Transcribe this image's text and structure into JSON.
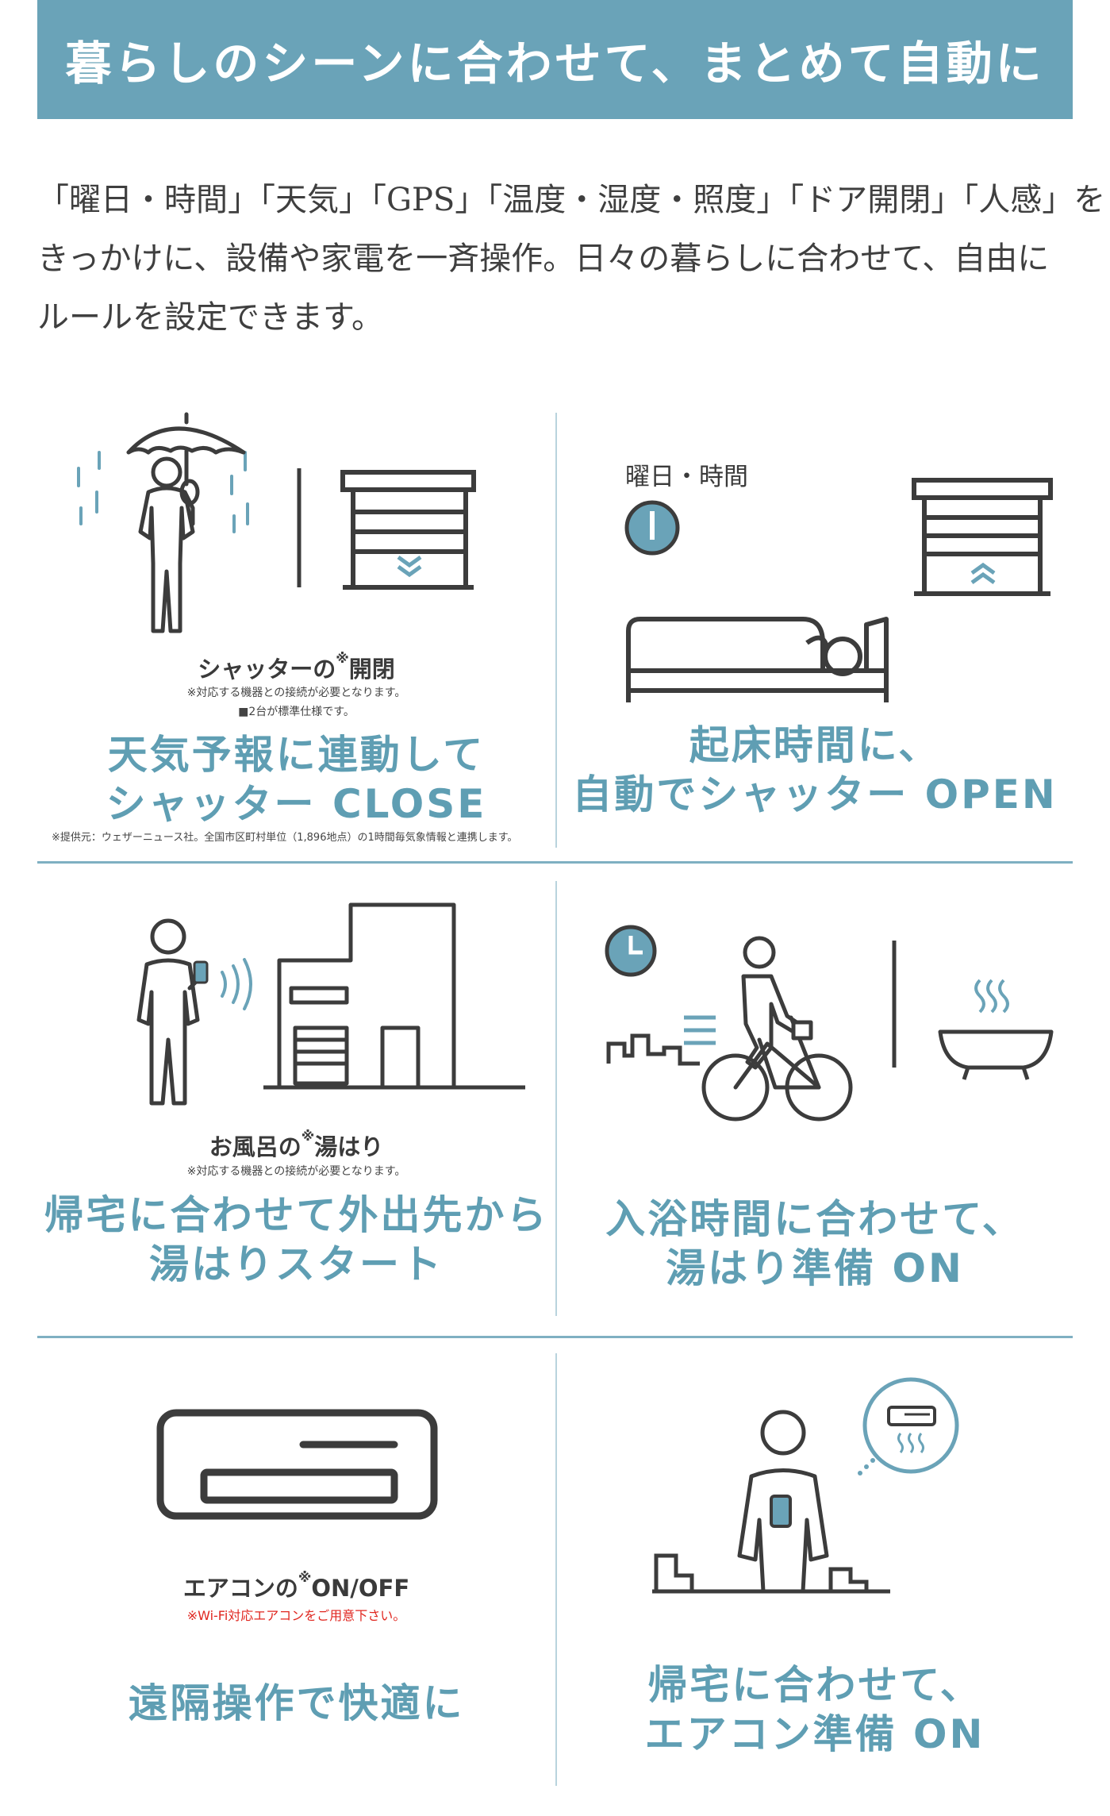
{
  "banner": {
    "title": "暮らしのシーンに合わせて、まとめて自動に"
  },
  "intro": {
    "lines": [
      "「曜日・時間」「天気」「GPS」「温度・湿度・照度」「ドア開閉」「人感」を",
      "きっかけに、設備や家電を一斉操作。日々の暮らしに合わせて、自由に",
      "ルールを設定できます。"
    ]
  },
  "colors": {
    "banner": "#6aa3b8",
    "accent": "#5f9eb3",
    "divider": "#7fb0c2",
    "note_red": "#e0261f",
    "icon": "#3c3c3c"
  },
  "cells": {
    "weather": {
      "caption_prefix": "シャッターの",
      "caption_mark": "※",
      "caption_suffix": "開閉",
      "note1": "※対応する機器との接続が必要となります。",
      "note2": "■2台が標準仕様です。",
      "headline1": "天気予報に連動して",
      "headline2": "シャッター CLOSE",
      "footnote": "※提供元：ウェザーニュース社。全国市区町村単位（1,896地点）の1時間毎気象情報と連携します。",
      "icons": [
        "umbrella-person-icon",
        "rain-icon",
        "shutter-close-icon"
      ]
    },
    "wakeup": {
      "label": "曜日・時間",
      "headline1": "起床時間に、",
      "headline2": "自動でシャッター OPEN",
      "icons": [
        "clock-icon",
        "bed-icon",
        "shutter-open-icon"
      ]
    },
    "bath_remote": {
      "caption_prefix": "お風呂の",
      "caption_mark": "※",
      "caption_suffix": "湯はり",
      "note1": "※対応する機器との接続が必要となります。",
      "headline1": "帰宅に合わせて外出先から",
      "headline2": "湯はりスタート",
      "icons": [
        "phone-person-icon",
        "signal-icon",
        "house-icon"
      ]
    },
    "bath_time": {
      "headline1": "入浴時間に合わせて、",
      "headline2": "湯はり準備 ON",
      "icons": [
        "clock-icon",
        "city-icon",
        "cyclist-icon",
        "bathtub-icon"
      ]
    },
    "aircon": {
      "caption_prefix": "エアコンの",
      "caption_mark": "※",
      "caption_suffix": "ON/OFF",
      "note_red": "※Wi-Fi対応エアコンをご用意下さい。",
      "headline1": "遠隔操作で快適に",
      "icons": [
        "air-conditioner-icon"
      ]
    },
    "aircon_home": {
      "headline1": "帰宅に合わせて、",
      "headline2": "エアコン準備 ON",
      "icons": [
        "phone-person-icon",
        "air-conditioner-bubble-icon",
        "city-icon"
      ]
    }
  }
}
